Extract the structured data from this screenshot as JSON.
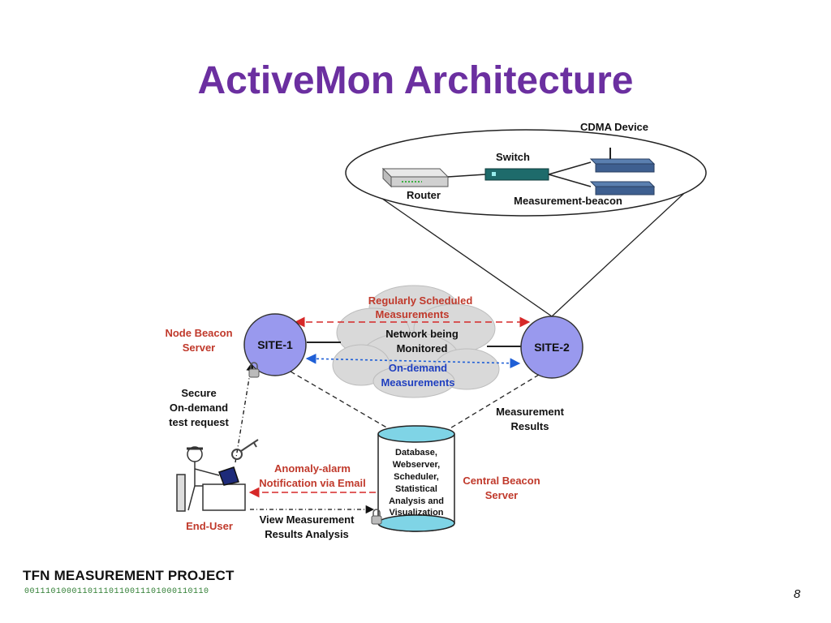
{
  "slide": {
    "title": "ActiveMon Architecture",
    "page_number": "8"
  },
  "footer": {
    "project": "TFN MEASUREMENT PROJECT",
    "bits": "00111010001101110110011101000110110"
  },
  "diagram": {
    "cdma_device": "CDMA Device",
    "switch": "Switch",
    "router": "Router",
    "measurement_beacon": "Measurement-beacon",
    "site1": "SITE-1",
    "site2": "SITE-2",
    "scheduled_line1": "Regularly Scheduled",
    "scheduled_line2": "Measurements",
    "network_line1": "Network being",
    "network_line2": "Monitored",
    "ondemand_line1": "On-demand",
    "ondemand_line2": "Measurements",
    "node_beacon_line1": "Node Beacon",
    "node_beacon_line2": "Server",
    "secure_line1": "Secure",
    "secure_line2": "On-demand",
    "secure_line3": "test request",
    "results_line1": "Measurement",
    "results_line2": "Results",
    "db_line1": "Database,",
    "db_line2": "Webserver,",
    "db_line3": "Scheduler,",
    "db_line4": "Statistical",
    "db_line5": "Analysis and",
    "db_line6": "Visualization",
    "central_line1": "Central Beacon",
    "central_line2": "Server",
    "anomaly_line1": "Anomaly-alarm",
    "anomaly_line2": "Notification via Email",
    "view_line1": "View Measurement",
    "view_line2": "Results Analysis",
    "end_user": "End-User"
  },
  "colors": {
    "title": "#6b2fa0",
    "site_fill": "#9999ee",
    "red_label": "#c0392b",
    "blue_label": "#1f3fbf",
    "db_fill": "#7fd4e6"
  }
}
